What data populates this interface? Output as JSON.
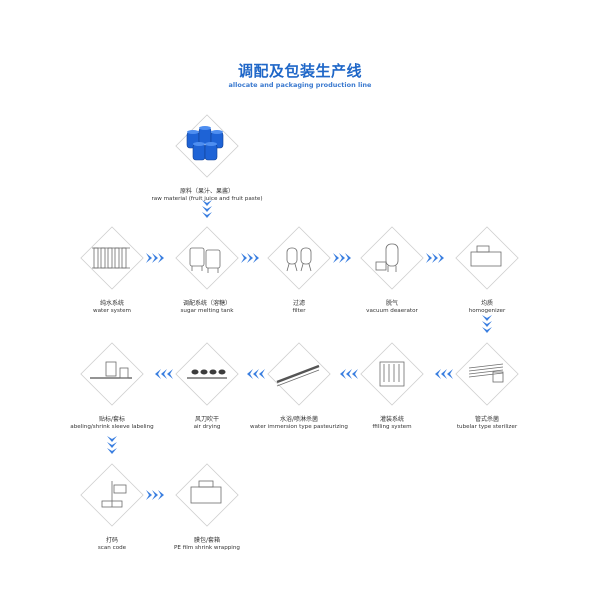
{
  "header": {
    "title": "调配及包装生产线",
    "subtitle": "allocate and packaging production line"
  },
  "colors": {
    "accent": "#1f67c8",
    "arrow": "#3b7fe0",
    "tank": "#1e63d6"
  },
  "steps": [
    {
      "cn": "原料（果汁、果酱）",
      "en": "raw material (fruit juice and fruit paste)",
      "icon": "raw-material-tanks-icon"
    },
    {
      "cn": "纯水系统",
      "en": "water system",
      "icon": "water-system-icon"
    },
    {
      "cn": "调配系统（溶糖）",
      "en": "sugar melting tank",
      "icon": "sugar-tank-icon"
    },
    {
      "cn": "过滤",
      "en": "filter",
      "icon": "filter-icon"
    },
    {
      "cn": "脱气",
      "en": "vacuum deaerator",
      "icon": "deaerator-icon"
    },
    {
      "cn": "均质",
      "en": "homogenizer",
      "icon": "homogenizer-icon"
    },
    {
      "cn": "管式杀菌",
      "en": "tubelar type sterilizer",
      "icon": "sterilizer-icon"
    },
    {
      "cn": "灌装系统",
      "en": "ffilling system",
      "icon": "filling-system-icon"
    },
    {
      "cn": "水浴/喷淋杀菌",
      "en": "water immersion type pasteurizing",
      "icon": "pasteurizer-icon"
    },
    {
      "cn": "风刀吹干",
      "en": "air drying",
      "icon": "air-dryer-icon"
    },
    {
      "cn": "贴标/套标",
      "en": "abeling/shrink sleeve labeling",
      "icon": "labeling-machine-icon"
    },
    {
      "cn": "打码",
      "en": "scan code",
      "icon": "coding-machine-icon"
    },
    {
      "cn": "膜包/套箱",
      "en": "PE film shrink wrapping",
      "icon": "shrink-wrapper-icon"
    }
  ]
}
